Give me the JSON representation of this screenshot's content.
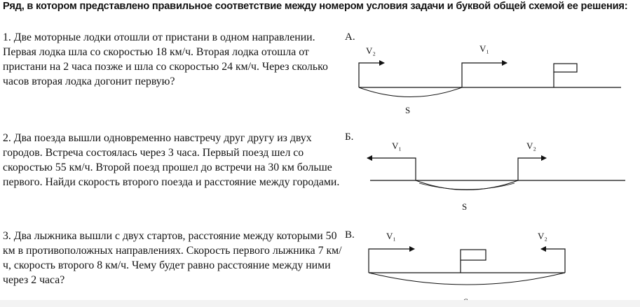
{
  "header": {
    "title": "Ряд, в котором представлено правильное соответствие между номером условия задачи и буквой общей схемой ее решения:"
  },
  "problems": [
    {
      "text": "1. Две моторные лодки отошли от пристани в одном направлении. Первая лодка шла со скоростью 18 км/ч. Вторая лодка отошла от пристани на 2 часа позже и шла со скоростью 24 км/ч. Через сколько часов вторая лодка догонит первую?"
    },
    {
      "text": "2. Два поезда вышли одновременно навстречу друг другу из двух городов. Встреча состоялась через 3 часа. Первый поезд шел со скоростью 55 км/ч. Второй поезд прошел до встречи на 30 км больше первого. Найди скорость второго поезда и расстояние между городами."
    },
    {
      "text": "3. Два лыжника вышли с двух стартов, расстояние между которыми 50 км в противоположных направлениях. Скорость первого лыжника 7 км/ч, скорость второго 8 км/ч. Чему будет равно расстояние между ними через 2 часа?"
    }
  ],
  "schemes": {
    "a": {
      "letter": "А.",
      "v_left": "V₂",
      "v_right": "V₁",
      "s": "S"
    },
    "b": {
      "letter": "Б.",
      "v_left": "V₁",
      "v_right": "V₂",
      "s": "S"
    },
    "c": {
      "letter": "В.",
      "v_left": "V₁",
      "v_right": "V₂",
      "s": "S"
    }
  }
}
